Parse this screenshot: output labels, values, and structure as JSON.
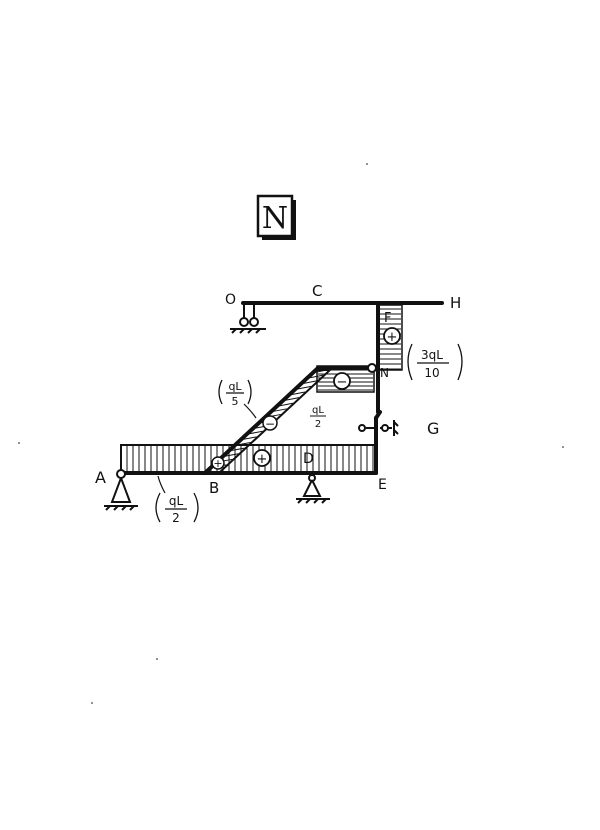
{
  "title_box": {
    "letter": "N"
  },
  "points": {
    "A": "A",
    "B": "B",
    "C": "C",
    "D": "D",
    "E": "E",
    "F": "F",
    "G": "G",
    "H": "H",
    "N": "N",
    "O": "O"
  },
  "signs": {
    "span_AE": "+",
    "diag_BN": "−",
    "diag_lower": "+",
    "upper_near_N": "−",
    "vertical_top": "+"
  },
  "annotations": {
    "diag_top": "qL",
    "diag_bot": "5",
    "mid_top": "qL",
    "mid_bot": "2",
    "bottom_top": "qL",
    "bottom_bot": "2",
    "right_top": "3qL",
    "right_bot": "10"
  },
  "colors": {
    "ink": "#111111",
    "paper": "#ffffff"
  }
}
